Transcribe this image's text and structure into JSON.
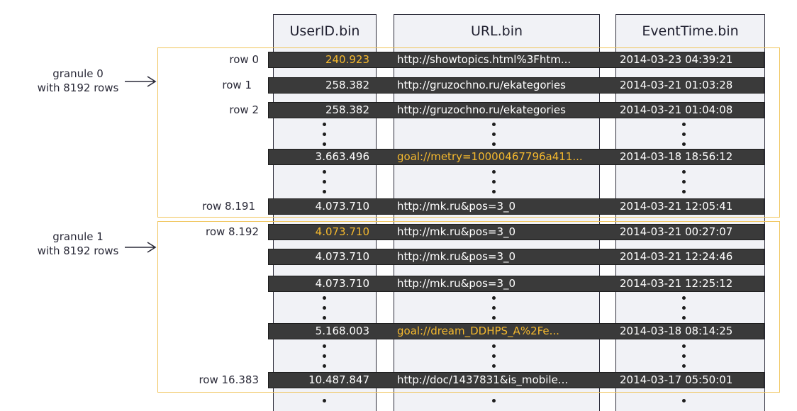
{
  "columns": [
    {
      "name": "UserID.bin"
    },
    {
      "name": "URL.bin"
    },
    {
      "name": "EventTime.bin"
    }
  ],
  "granules": [
    {
      "label_line1": "granule 0",
      "label_line2": "with 8192 rows"
    },
    {
      "label_line1": "granule 1",
      "label_line2": "with 8192 rows"
    }
  ],
  "rows": [
    {
      "label": "row 0",
      "userid": "240.923",
      "url": "http://showtopics.html%3Fhtm...",
      "eventtime": "2014-03-23 04:39:21",
      "userid_hl": true,
      "url_hl": false
    },
    {
      "label": "row 1",
      "userid": "258.382",
      "url": "http://gruzochno.ru/ekategories",
      "eventtime": "2014-03-21 01:03:28",
      "userid_hl": false,
      "url_hl": false
    },
    {
      "label": "row 2",
      "userid": "258.382",
      "url": "http://gruzochno.ru/ekategories",
      "eventtime": "2014-03-21 01:04:08",
      "userid_hl": false,
      "url_hl": false
    },
    {
      "label": "",
      "userid": "3.663.496",
      "url": "goal://metry=10000467796a411...",
      "eventtime": "2014-03-18 18:56:12",
      "userid_hl": false,
      "url_hl": true
    },
    {
      "label": "row 8.191",
      "userid": "4.073.710",
      "url": "http://mk.ru&pos=3_0",
      "eventtime": "2014-03-21 12:05:41",
      "userid_hl": false,
      "url_hl": false
    },
    {
      "label": "row 8.192",
      "userid": "4.073.710",
      "url": "http://mk.ru&pos=3_0",
      "eventtime": "2014-03-21 00:27:07",
      "userid_hl": true,
      "url_hl": false
    },
    {
      "label": "",
      "userid": "4.073.710",
      "url": "http://mk.ru&pos=3_0",
      "eventtime": "2014-03-21 12:24:46",
      "userid_hl": false,
      "url_hl": false
    },
    {
      "label": "",
      "userid": "4.073.710",
      "url": "http://mk.ru&pos=3_0",
      "eventtime": "2014-03-21 12:25:12",
      "userid_hl": false,
      "url_hl": false
    },
    {
      "label": "",
      "userid": "5.168.003",
      "url": "goal://dream_DDHPS_A%2Fe...",
      "eventtime": "2014-03-18 08:14:25",
      "userid_hl": false,
      "url_hl": true
    },
    {
      "label": "row 16.383",
      "userid": "10.487.847",
      "url": "http://doc/1437831&is_mobile...",
      "eventtime": "2014-03-17 05:50:01",
      "userid_hl": false,
      "url_hl": false
    }
  ],
  "colors": {
    "highlight": "#f5b92e",
    "granule_border": "#f0c45a",
    "bar": "#3a3a3a"
  }
}
